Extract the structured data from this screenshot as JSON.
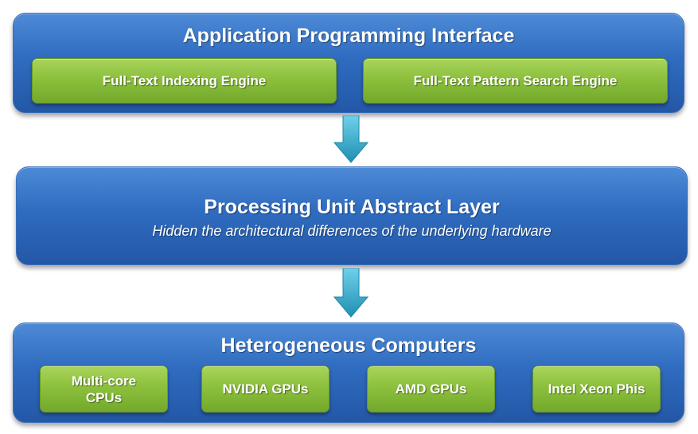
{
  "diagram": {
    "api_layer": {
      "title": "Application Programming Interface",
      "modules": [
        "Full-Text Indexing Engine",
        "Full-Text Pattern Search Engine"
      ]
    },
    "abstraction_layer": {
      "title": "Processing Unit Abstract Layer",
      "subtitle": "Hidden the architectural differences of the underlying hardware"
    },
    "hardware_layer": {
      "title": "Heterogeneous Computers",
      "modules": [
        "Multi-core\nCPUs",
        "NVIDIA GPUs",
        "AMD GPUs",
        "Intel Xeon Phis"
      ]
    },
    "colors": {
      "layer_blue": "#2f6cc0",
      "module_green": "#8cc03c",
      "arrow_teal": "#2aa6c8"
    }
  }
}
